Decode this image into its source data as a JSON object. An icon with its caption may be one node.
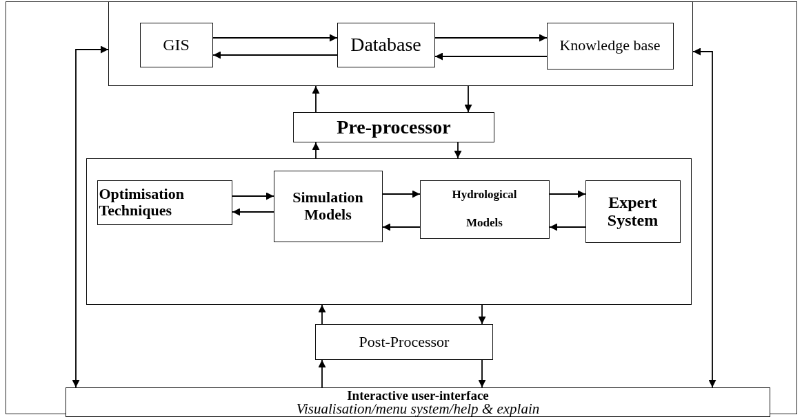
{
  "diagram": {
    "nodes": [
      {
        "text": [],
        "shape": "box"
      },
      {
        "text": [
          "GIS"
        ],
        "in": 0
      },
      {
        "text": [
          "Database"
        ],
        "in": 0
      },
      {
        "text": [
          "Knowledge base"
        ],
        "in": 0
      },
      {
        "text": [
          "Pre-processor"
        ]
      },
      {
        "text": [],
        "shape": "box"
      },
      {
        "text": [
          "Optimisation Techniques"
        ],
        "in": 5
      },
      {
        "text": [
          "Simulation Models"
        ],
        "in": 5
      },
      {
        "text": [
          "Hydrological Models"
        ],
        "in": 5
      },
      {
        "text": [
          "Expert System"
        ],
        "in": 5
      },
      {
        "text": [
          "Post-Processor"
        ]
      },
      {
        "text": [
          "Interactive user-interface",
          "Visualisation/menu system/help & explain"
        ]
      }
    ],
    "edges": [
      {
        "from": 1,
        "to": 2,
        "arrow": "to"
      },
      {
        "from": 2,
        "to": 1,
        "arrow": "to"
      },
      {
        "from": 2,
        "to": 3,
        "arrow": "to"
      },
      {
        "from": 3,
        "to": 2,
        "arrow": "to"
      },
      {
        "from": 0,
        "to": 11,
        "arrow": "both"
      },
      {
        "from": 0,
        "to": 11,
        "arrow": "both"
      },
      {
        "from": 4,
        "to": 0,
        "arrow": "to"
      },
      {
        "from": 0,
        "to": 4,
        "arrow": "to"
      },
      {
        "from": 5,
        "to": 4,
        "arrow": "to"
      },
      {
        "from": 4,
        "to": 5,
        "arrow": "to"
      },
      {
        "from": 6,
        "to": 7,
        "arrow": "to"
      },
      {
        "from": 7,
        "to": 6,
        "arrow": "to"
      },
      {
        "from": 7,
        "to": 8,
        "arrow": "to"
      },
      {
        "from": 8,
        "to": 7,
        "arrow": "to"
      },
      {
        "from": 8,
        "to": 9,
        "arrow": "to"
      },
      {
        "from": 9,
        "to": 8,
        "arrow": "to"
      },
      {
        "from": 10,
        "to": 5,
        "arrow": "to"
      },
      {
        "from": 5,
        "to": 10,
        "arrow": "to"
      },
      {
        "from": 11,
        "to": 10,
        "arrow": "to"
      },
      {
        "from": 10,
        "to": 11,
        "arrow": "to"
      }
    ]
  }
}
